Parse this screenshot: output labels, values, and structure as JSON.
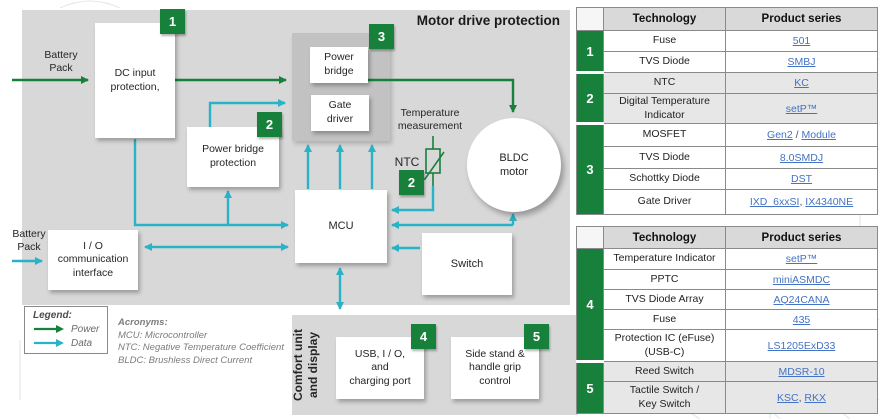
{
  "colors": {
    "power_green": "#17813c",
    "data_cyan": "#2ab3c6",
    "link_blue": "#4472c4"
  },
  "diagram": {
    "title": "Motor drive protection",
    "battery_top_label": "Battery\nPack",
    "battery_bottom_label": "Battery\nPack",
    "temperature_measurement_label": "Temperature\nmeasurement",
    "comfort_section_label": "Comfort unit\nand display",
    "blocks": {
      "dc_input": {
        "label": "DC input\nprotection,",
        "badge": "1"
      },
      "power_bridge_protection": {
        "label": "Power bridge\nprotection",
        "badge": "2"
      },
      "drive_stage": {
        "badge": "3"
      },
      "power_bridge": {
        "label": "Power\nbridge"
      },
      "gate_driver": {
        "label": "Gate\ndriver"
      },
      "ntc": {
        "label": "NTC",
        "badge": "2"
      },
      "bldc_motor": {
        "label": "BLDC\nmotor"
      },
      "mcu": {
        "label": "MCU"
      },
      "switch": {
        "label": "Switch"
      },
      "io_interface": {
        "label": "I / O\ncommunication\ninterface"
      },
      "usb_charging": {
        "label": "USB, I / O,\nand\ncharging port",
        "badge": "4"
      },
      "side_stand": {
        "label": "Side stand &\nhandle grip\ncontrol",
        "badge": "5"
      }
    },
    "legend": {
      "title": "Legend:",
      "items": [
        {
          "label": "Power"
        },
        {
          "label": "Data"
        }
      ]
    },
    "acronyms": {
      "title": "Acronyms:",
      "lines": [
        "MCU: Microcontroller",
        "NTC: Negative Temperature Coefficient",
        "BLDC: Brushless Direct Current"
      ]
    }
  },
  "tables": [
    {
      "headers": {
        "technology": "Technology",
        "product": "Product series"
      },
      "groups": [
        {
          "num": "1",
          "rows": [
            {
              "tech": "Fuse",
              "links": [
                "501"
              ]
            },
            {
              "tech": "TVS Diode",
              "links": [
                "SMBJ"
              ]
            }
          ]
        },
        {
          "num": "2",
          "rows": [
            {
              "tech": "NTC",
              "links": [
                "KC"
              ]
            },
            {
              "tech": "Digital Temperature\nIndicator",
              "links": [
                "setP™"
              ]
            }
          ]
        },
        {
          "num": "3",
          "rows": [
            {
              "tech": "MOSFET",
              "links": [
                "Gen2",
                "Module"
              ],
              "sep": " / "
            },
            {
              "tech": "TVS Diode",
              "links": [
                "8.0SMDJ"
              ]
            },
            {
              "tech": "Schottky Diode",
              "links": [
                "DST"
              ]
            },
            {
              "tech": "Gate Driver",
              "links": [
                "IXD_6xxSI",
                "IX4340NE"
              ],
              "sep": ", "
            }
          ]
        }
      ]
    },
    {
      "headers": {
        "technology": "Technology",
        "product": "Product series"
      },
      "groups": [
        {
          "num": "4",
          "rows": [
            {
              "tech": "Temperature Indicator",
              "links": [
                "setP™"
              ]
            },
            {
              "tech": "PPTC",
              "links": [
                "miniASMDC"
              ]
            },
            {
              "tech": "TVS Diode Array",
              "links": [
                "AQ24CANA"
              ]
            },
            {
              "tech": "Fuse",
              "links": [
                "435"
              ]
            },
            {
              "tech": "Protection IC (eFuse)\n(USB-C)",
              "links": [
                "LS1205ExD33"
              ]
            }
          ]
        },
        {
          "num": "5",
          "rows": [
            {
              "tech": "Reed Switch",
              "links": [
                "MDSR-10"
              ]
            },
            {
              "tech": "Tactile Switch /\nKey Switch",
              "links": [
                "KSC",
                "RKX"
              ],
              "sep": ", "
            }
          ]
        }
      ]
    }
  ]
}
